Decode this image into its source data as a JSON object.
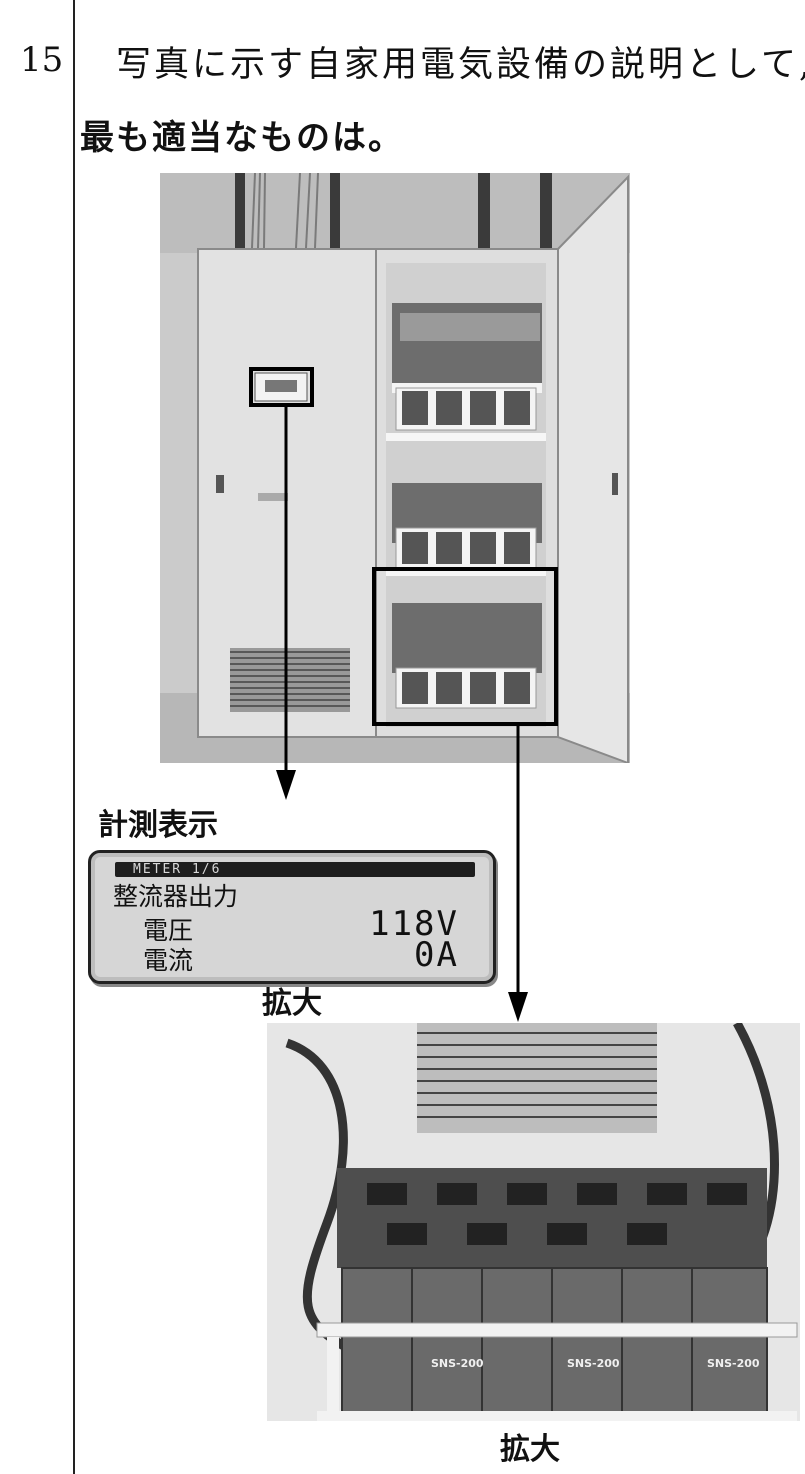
{
  "question": {
    "number": "15",
    "line1": "写真に示す自家用電気設備の説明として,",
    "line2": "最も適当なものは。"
  },
  "captions": {
    "meter_title": "計測表示",
    "zoom1": "拡大",
    "zoom2": "拡大"
  },
  "meter": {
    "header": "METER  1/6",
    "title": "整流器出力",
    "rows": [
      {
        "label": "電圧",
        "value": "118V"
      },
      {
        "label": "電流",
        "value": "0A"
      }
    ]
  },
  "battery_labels": [
    "SNS-200",
    "SNS-200",
    "SNS-200"
  ]
}
